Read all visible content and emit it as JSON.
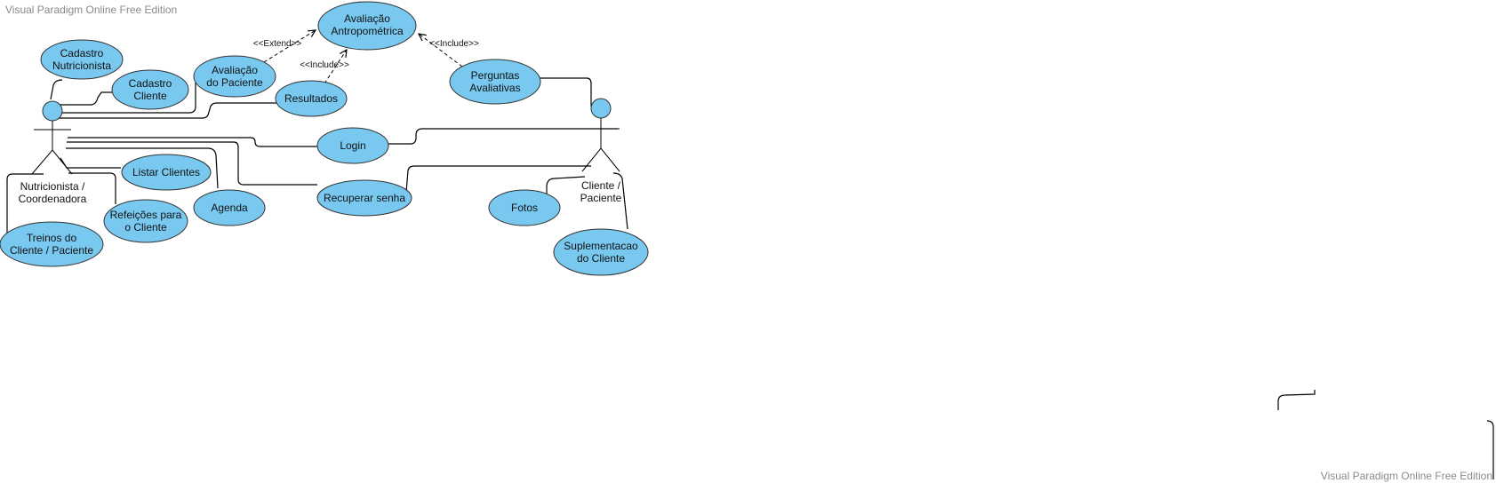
{
  "watermark_top": "Visual Paradigm Online Free Edition",
  "watermark_bottom": "Visual Paradigm Online Free Edition",
  "actors": {
    "nutricionista": [
      "Nutricionista /",
      "Coordenadora"
    ],
    "cliente": [
      "Cliente /",
      "Paciente"
    ]
  },
  "use_cases": {
    "avaliacao_antropometrica": [
      "Avaliação",
      "Antropométrica"
    ],
    "cadastro_nutricionista": [
      "Cadastro",
      "Nutricionista"
    ],
    "cadastro_cliente": [
      "Cadastro",
      "Cliente"
    ],
    "avaliacao_paciente": [
      "Avaliação",
      "do Paciente"
    ],
    "resultados": [
      "Resultados"
    ],
    "perguntas_avaliativas": [
      "Perguntas",
      "Avaliativas"
    ],
    "login": [
      "Login"
    ],
    "listar_clientes": [
      "Listar Clientes"
    ],
    "agenda": [
      "Agenda"
    ],
    "recuperar_senha": [
      "Recuperar senha"
    ],
    "fotos": [
      "Fotos"
    ],
    "refeicoes": [
      "Refeições para",
      "o Cliente"
    ],
    "treinos": [
      "Treinos do",
      "Cliente / Paciente"
    ],
    "suplementacao": [
      "Suplementacao",
      "do Cliente"
    ]
  },
  "stereotypes": {
    "extend": "<<Extend>>",
    "include_resultados": "<<Include>>",
    "include_perguntas": "<<Include>>"
  },
  "colors": {
    "use_case_fill": "#78c8f0",
    "outline": "#333333",
    "watermark": "#8a8a8a"
  }
}
